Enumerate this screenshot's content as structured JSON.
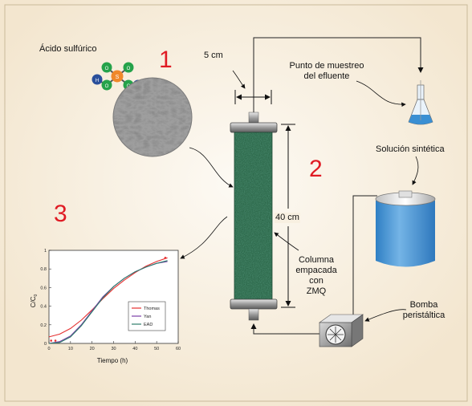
{
  "labels": {
    "acid": "Ácido sulfúrico",
    "width": "5 cm",
    "sample_point_l1": "Punto de muestreo",
    "sample_point_l2": "del efluente",
    "solution": "Solución sintética",
    "height": "40 cm",
    "column_l1": "Columna",
    "column_l2": "empacada",
    "column_l3": "con",
    "column_l4": "ZMQ",
    "pump_l1": "Bomba",
    "pump_l2": "peristáltica"
  },
  "step_numbers": {
    "one": "1",
    "two": "2",
    "three": "3"
  },
  "molecule_atoms": {
    "oxygen": "O",
    "sulfur": "S",
    "hydrogen": "H"
  },
  "colors": {
    "background": "#f8f0e1",
    "accent_red": "#e01b24",
    "column_green": "#2e6a4c",
    "oxygen": "#25a24a",
    "sulfur": "#f0882a",
    "hydrogen": "#2a4f9b",
    "tank": "#3a8fd3"
  },
  "chart_data": {
    "type": "line",
    "xlabel": "Tiempo (h)",
    "ylabel": "C/C",
    "ylabel_sub": "0",
    "xlim": [
      0,
      60
    ],
    "ylim": [
      0,
      1
    ],
    "x_ticks": [
      "0",
      "10",
      "20",
      "30",
      "40",
      "50",
      "60"
    ],
    "y_ticks": [
      "0",
      "0.2",
      "0.4",
      "0.6",
      "0.8",
      "1"
    ],
    "legend_position": "inside-right",
    "experimental_points": {
      "x": [
        1,
        3,
        54
      ],
      "y": [
        0.03,
        0.03,
        0.92
      ]
    },
    "series": [
      {
        "name": "Thomas",
        "color": "#e53030",
        "x": [
          0,
          5,
          10,
          15,
          20,
          25,
          30,
          35,
          40,
          45,
          50,
          55
        ],
        "y": [
          0.07,
          0.1,
          0.16,
          0.25,
          0.36,
          0.48,
          0.59,
          0.68,
          0.76,
          0.83,
          0.88,
          0.92
        ]
      },
      {
        "name": "Yan",
        "color": "#7b3fa8",
        "x": [
          0,
          5,
          10,
          15,
          20,
          25,
          30,
          35,
          40,
          45,
          50,
          55
        ],
        "y": [
          0.0,
          0.02,
          0.08,
          0.2,
          0.35,
          0.5,
          0.61,
          0.7,
          0.77,
          0.82,
          0.86,
          0.88
        ]
      },
      {
        "name": "EAD",
        "color": "#2e7d6c",
        "x": [
          0,
          5,
          10,
          15,
          20,
          25,
          30,
          35,
          40,
          45,
          50,
          55
        ],
        "y": [
          0.0,
          0.01,
          0.07,
          0.19,
          0.34,
          0.49,
          0.61,
          0.7,
          0.77,
          0.82,
          0.86,
          0.89
        ]
      }
    ]
  }
}
